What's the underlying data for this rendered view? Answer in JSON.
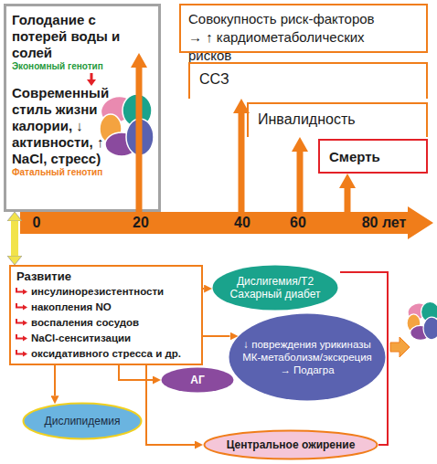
{
  "diagram": {
    "nodes": [
      {
        "text": [
          "Голодание с потерей воды и солей",
          "Экономный генотип",
          "Современный стиль жизни (↑ калории, ↓ активности, ↑ NaCl, стресс)",
          "Фатальный генотип"
        ]
      },
      {
        "text": [
          "Совокупность риск-факторов → ↑ кардиометаболических рисков"
        ]
      },
      {
        "text": [
          "ССЗ"
        ]
      },
      {
        "text": [
          "Инвалидность"
        ]
      },
      {
        "text": [
          "Смерть"
        ]
      },
      {
        "text": [
          "0",
          "20",
          "40",
          "60",
          "80 лет"
        ]
      },
      {
        "text": [
          "Развитие",
          "инсулинорезистентности",
          "накопления NO",
          "воспаления сосудов",
          "NaCl-сенситизации",
          "оксидативного стресса и др."
        ]
      },
      {
        "text": [
          "Дислигемия/Т2 Сахарный диабет"
        ]
      },
      {
        "text": [
          "↓ повреждения урикиназы МК-метаболизм/экскреция → Подагра"
        ]
      },
      {
        "text": [
          "АГ"
        ]
      },
      {
        "text": [
          "Дислипидемия"
        ]
      },
      {
        "text": [
          "Центральное ожирение"
        ]
      }
    ],
    "edges": [
      {
        "from": 5,
        "to": 1,
        "arrow": "to"
      },
      {
        "from": 5,
        "to": 2,
        "arrow": "to"
      },
      {
        "from": 5,
        "to": 3,
        "arrow": "to"
      },
      {
        "from": 5,
        "to": 4,
        "arrow": "to"
      },
      {
        "from": 0,
        "to": 6,
        "arrow": "both"
      },
      {
        "from": 6,
        "to": 7,
        "arrow": "to"
      },
      {
        "from": 6,
        "to": 8,
        "arrow": "to"
      },
      {
        "from": 6,
        "to": 10,
        "arrow": "to"
      },
      {
        "from": 6,
        "to": 9,
        "arrow": "to"
      },
      {
        "from": 6,
        "to": 11,
        "arrow": "to"
      }
    ]
  }
}
